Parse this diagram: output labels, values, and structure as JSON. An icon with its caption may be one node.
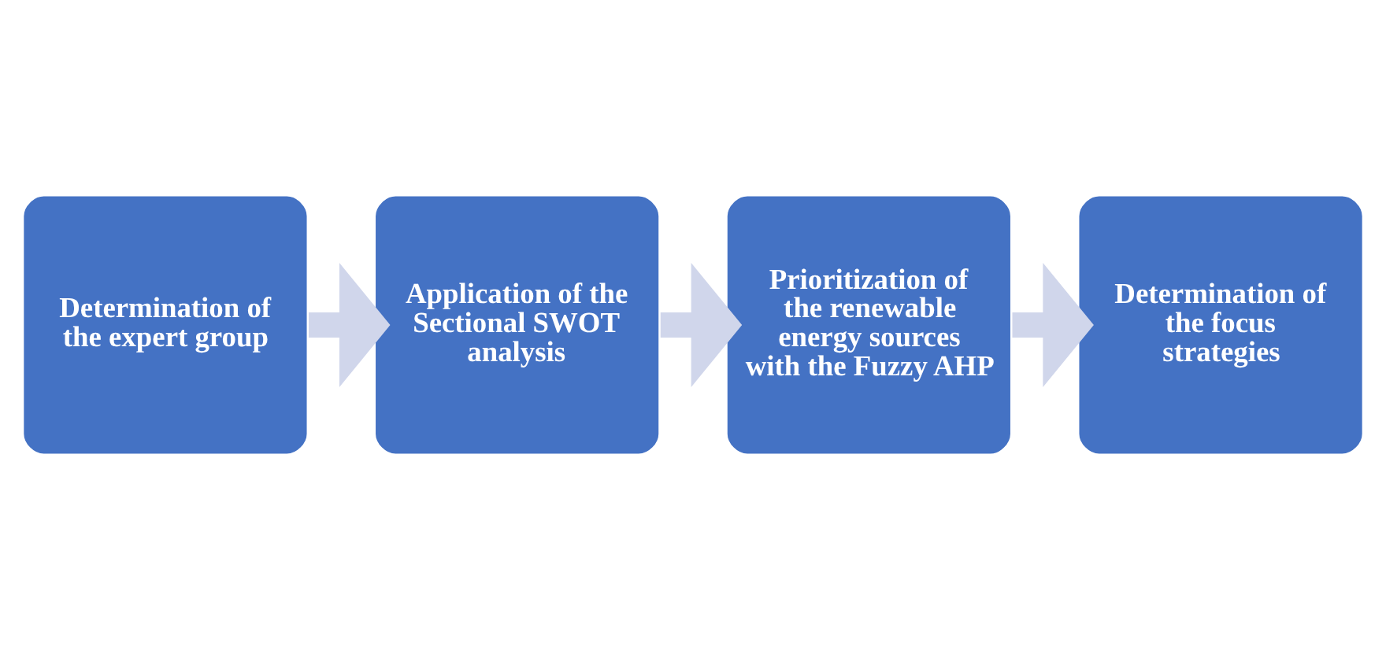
{
  "diagram": {
    "nodes": [
      {
        "text": [
          "Determination of the expert group"
        ]
      },
      {
        "text": [
          "Application of the Sectional SWOT analysis"
        ]
      },
      {
        "text": [
          "Prioritization of the renewable energy sources with the Fuzzy AHP"
        ]
      },
      {
        "text": [
          "Determination of the focus strategies"
        ]
      }
    ],
    "edges": [
      {
        "from": 0,
        "to": 1,
        "arrow": "to",
        "color": "#d0d6eb"
      },
      {
        "from": 1,
        "to": 2,
        "arrow": "to",
        "color": "#d0d6eb"
      },
      {
        "from": 2,
        "to": 3,
        "arrow": "to",
        "color": "#d0d6eb"
      }
    ]
  }
}
